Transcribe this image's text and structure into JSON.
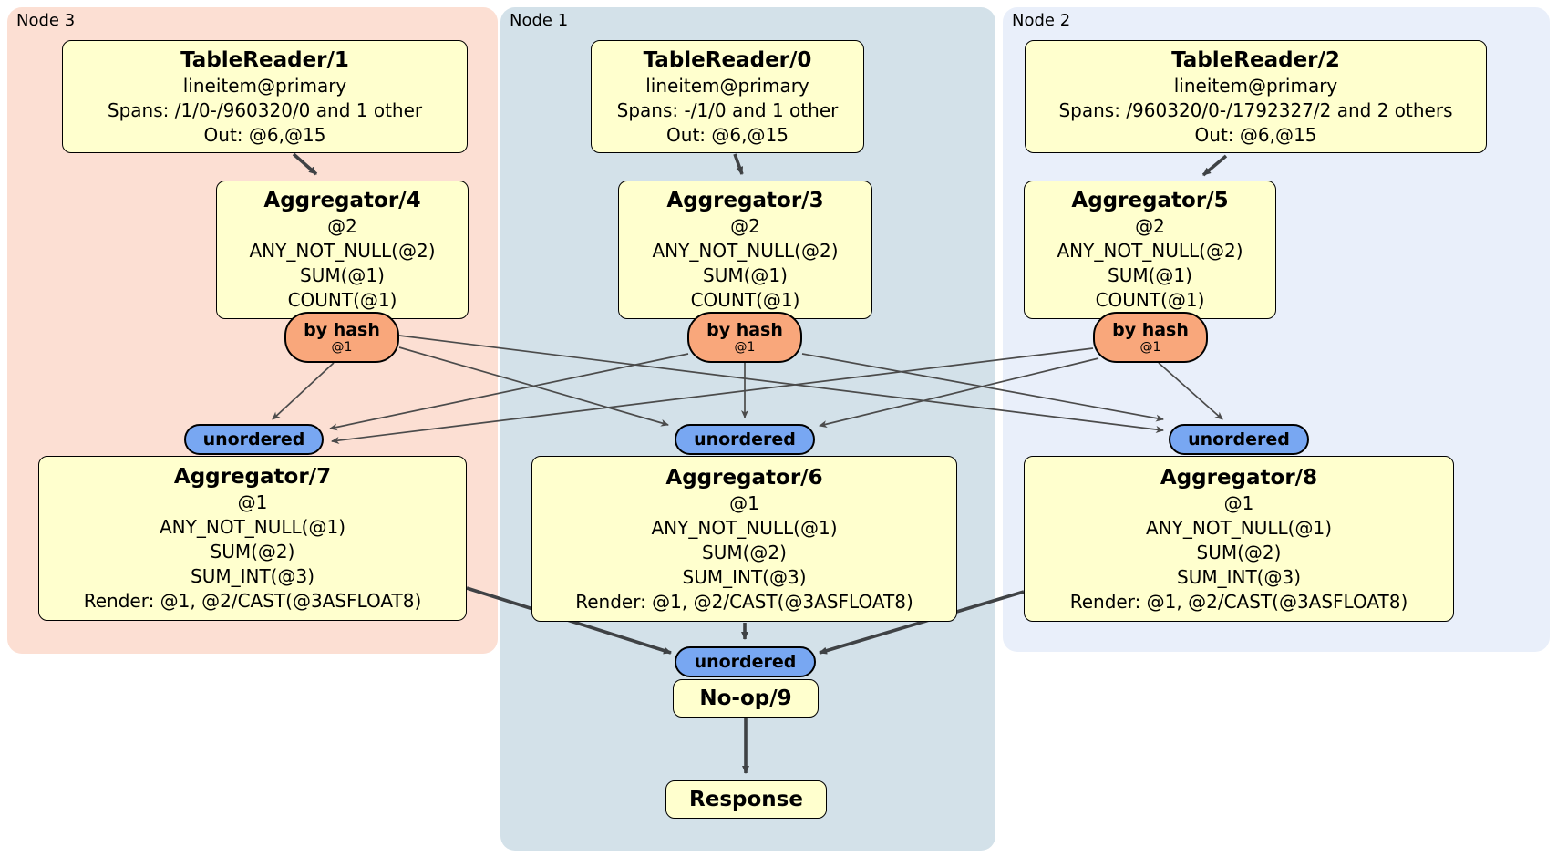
{
  "diagram": {
    "regions": {
      "node3": {
        "label": "Node 3"
      },
      "node1": {
        "label": "Node 1"
      },
      "node2": {
        "label": "Node 2"
      }
    },
    "processors": {
      "tr1": {
        "title": "TableReader/1",
        "lines": [
          "lineitem@primary",
          "Spans: /1/0-/960320/0 and 1 other",
          "Out: @6,@15"
        ]
      },
      "tr0": {
        "title": "TableReader/0",
        "lines": [
          "lineitem@primary",
          "Spans: -/1/0 and 1 other",
          "Out: @6,@15"
        ]
      },
      "tr2": {
        "title": "TableReader/2",
        "lines": [
          "lineitem@primary",
          "Spans: /960320/0-/1792327/2 and 2 others",
          "Out: @6,@15"
        ]
      },
      "agg4": {
        "title": "Aggregator/4",
        "lines": [
          "@2",
          "ANY_NOT_NULL(@2)",
          "SUM(@1)",
          "COUNT(@1)"
        ]
      },
      "agg3": {
        "title": "Aggregator/3",
        "lines": [
          "@2",
          "ANY_NOT_NULL(@2)",
          "SUM(@1)",
          "COUNT(@1)"
        ]
      },
      "agg5": {
        "title": "Aggregator/5",
        "lines": [
          "@2",
          "ANY_NOT_NULL(@2)",
          "SUM(@1)",
          "COUNT(@1)"
        ]
      },
      "agg7": {
        "title": "Aggregator/7",
        "lines": [
          "@1",
          "ANY_NOT_NULL(@1)",
          "SUM(@2)",
          "SUM_INT(@3)",
          "Render: @1, @2/CAST(@3ASFLOAT8)"
        ]
      },
      "agg6": {
        "title": "Aggregator/6",
        "lines": [
          "@1",
          "ANY_NOT_NULL(@1)",
          "SUM(@2)",
          "SUM_INT(@3)",
          "Render: @1, @2/CAST(@3ASFLOAT8)"
        ]
      },
      "agg8": {
        "title": "Aggregator/8",
        "lines": [
          "@1",
          "ANY_NOT_NULL(@1)",
          "SUM(@2)",
          "SUM_INT(@3)",
          "Render: @1, @2/CAST(@3ASFLOAT8)"
        ]
      },
      "noop": {
        "title": "No-op/9"
      },
      "response": {
        "title": "Response"
      }
    },
    "routers": {
      "hash4": {
        "label": "by hash",
        "sub": "@1"
      },
      "hash3": {
        "label": "by hash",
        "sub": "@1"
      },
      "hash5": {
        "label": "by hash",
        "sub": "@1"
      }
    },
    "syncs": {
      "un7": {
        "label": "unordered"
      },
      "un6": {
        "label": "unordered"
      },
      "un8": {
        "label": "unordered"
      },
      "unFinal": {
        "label": "unordered"
      }
    },
    "edges": [
      {
        "from": "TableReader/1",
        "to": "Aggregator/4"
      },
      {
        "from": "TableReader/0",
        "to": "Aggregator/3"
      },
      {
        "from": "TableReader/2",
        "to": "Aggregator/5"
      },
      {
        "from": "Aggregator/4",
        "to": "by hash @1 (node 3)"
      },
      {
        "from": "Aggregator/3",
        "to": "by hash @1 (node 1)"
      },
      {
        "from": "Aggregator/5",
        "to": "by hash @1 (node 2)"
      },
      {
        "from": "by hash @1 (node 3)",
        "to": "unordered (node 3)"
      },
      {
        "from": "by hash @1 (node 3)",
        "to": "unordered (node 1)"
      },
      {
        "from": "by hash @1 (node 3)",
        "to": "unordered (node 2)"
      },
      {
        "from": "by hash @1 (node 1)",
        "to": "unordered (node 3)"
      },
      {
        "from": "by hash @1 (node 1)",
        "to": "unordered (node 1)"
      },
      {
        "from": "by hash @1 (node 1)",
        "to": "unordered (node 2)"
      },
      {
        "from": "by hash @1 (node 2)",
        "to": "unordered (node 3)"
      },
      {
        "from": "by hash @1 (node 2)",
        "to": "unordered (node 1)"
      },
      {
        "from": "by hash @1 (node 2)",
        "to": "unordered (node 2)"
      },
      {
        "from": "unordered (node 3)",
        "to": "Aggregator/7"
      },
      {
        "from": "unordered (node 1)",
        "to": "Aggregator/6"
      },
      {
        "from": "unordered (node 2)",
        "to": "Aggregator/8"
      },
      {
        "from": "Aggregator/7",
        "to": "unordered (final)"
      },
      {
        "from": "Aggregator/6",
        "to": "unordered (final)"
      },
      {
        "from": "Aggregator/8",
        "to": "unordered (final)"
      },
      {
        "from": "unordered (final)",
        "to": "No-op/9"
      },
      {
        "from": "No-op/9",
        "to": "Response"
      }
    ],
    "colors": {
      "node3_bg": "#fcdfd3",
      "node1_bg": "#d3e1e9",
      "node2_bg": "#e9effa",
      "processor_fill": "#ffffce",
      "router_fill": "#f9a77b",
      "sync_fill": "#78a7f2",
      "edge": "#3f4245"
    }
  }
}
